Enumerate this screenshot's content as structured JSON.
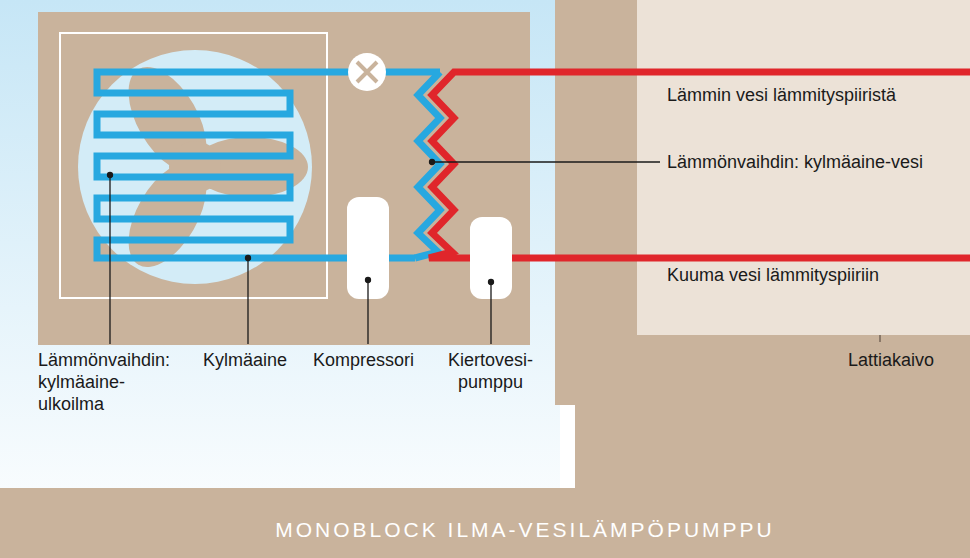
{
  "diagram": {
    "title": "MONOBLOCK ILMA-VESILÄMPÖPUMPPU",
    "labels": [
      "Lämmin vesi lämmityspiiristä",
      "Lämmönvaihdin: kylmäaine-vesi",
      "Kuuma vesi lämmityspiiriin",
      "Lattiakaivo",
      "Lämmönvaihdin: kylmäaine- ulkoilma",
      "Kylmäaine",
      "Kompressori",
      "Kiertovesi- pumppu"
    ]
  }
}
